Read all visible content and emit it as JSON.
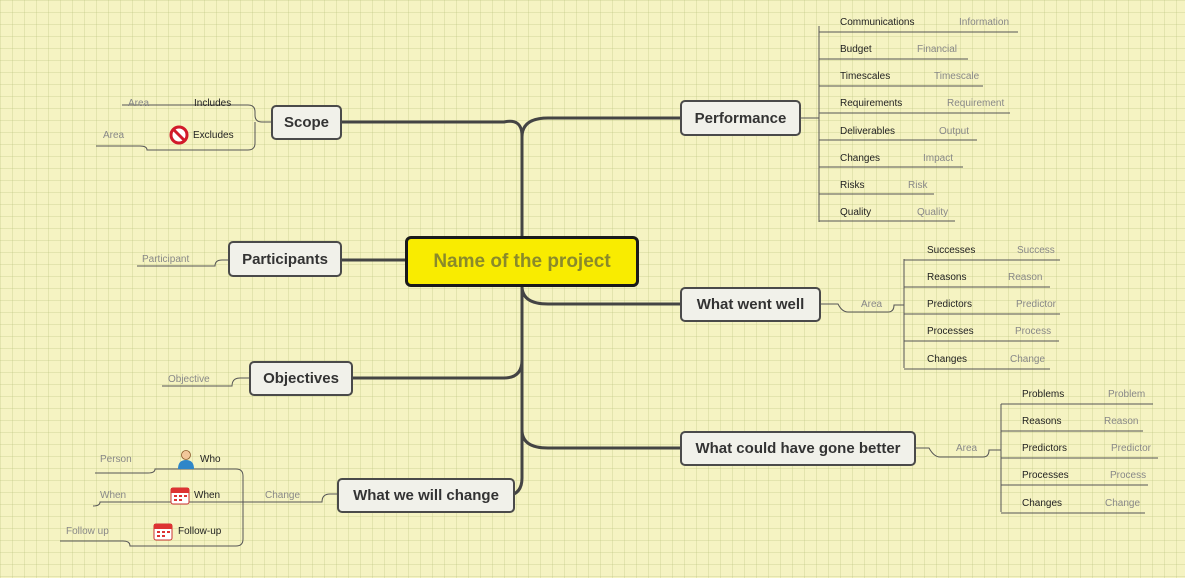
{
  "root": "Name of the project",
  "branches": {
    "scope": "Scope",
    "participants": "Participants",
    "objectives": "Objectives",
    "change": "What we will change",
    "performance": "Performance",
    "well": "What went well",
    "better": "What could have gone better"
  },
  "scope": {
    "includes": "Includes",
    "excludes": "Excludes",
    "area1": "Area",
    "area2": "Area"
  },
  "participants": {
    "participant": "Participant"
  },
  "objectives": {
    "objective": "Objective"
  },
  "change": {
    "label": "Change",
    "who": "Who",
    "person": "Person",
    "when": "When",
    "when_note": "When",
    "followup": "Follow-up",
    "followup_note": "Follow up"
  },
  "performance": {
    "items": [
      {
        "label": "Communications",
        "note": "Information"
      },
      {
        "label": "Budget",
        "note": "Financial"
      },
      {
        "label": "Timescales",
        "note": "Timescale"
      },
      {
        "label": "Requirements",
        "note": "Requirement"
      },
      {
        "label": "Deliverables",
        "note": "Output"
      },
      {
        "label": "Changes",
        "note": "Impact"
      },
      {
        "label": "Risks",
        "note": "Risk"
      },
      {
        "label": "Quality",
        "note": "Quality"
      }
    ]
  },
  "well": {
    "area": "Area",
    "items": [
      {
        "label": "Successes",
        "note": "Success"
      },
      {
        "label": "Reasons",
        "note": "Reason"
      },
      {
        "label": "Predictors",
        "note": "Predictor"
      },
      {
        "label": "Processes",
        "note": "Process"
      },
      {
        "label": "Changes",
        "note": "Change"
      }
    ]
  },
  "better": {
    "area": "Area",
    "items": [
      {
        "label": "Problems",
        "note": "Problem"
      },
      {
        "label": "Reasons",
        "note": "Reason"
      },
      {
        "label": "Predictors",
        "note": "Predictor"
      },
      {
        "label": "Processes",
        "note": "Process"
      },
      {
        "label": "Changes",
        "note": "Change"
      }
    ]
  },
  "icons": [
    "no-entry-icon",
    "person-icon",
    "calendar-icon",
    "calendar-icon"
  ],
  "colors": {
    "root_fill": "#f9ec00",
    "background": "#f5f3c2",
    "node_fill": "#f1f1ea"
  }
}
